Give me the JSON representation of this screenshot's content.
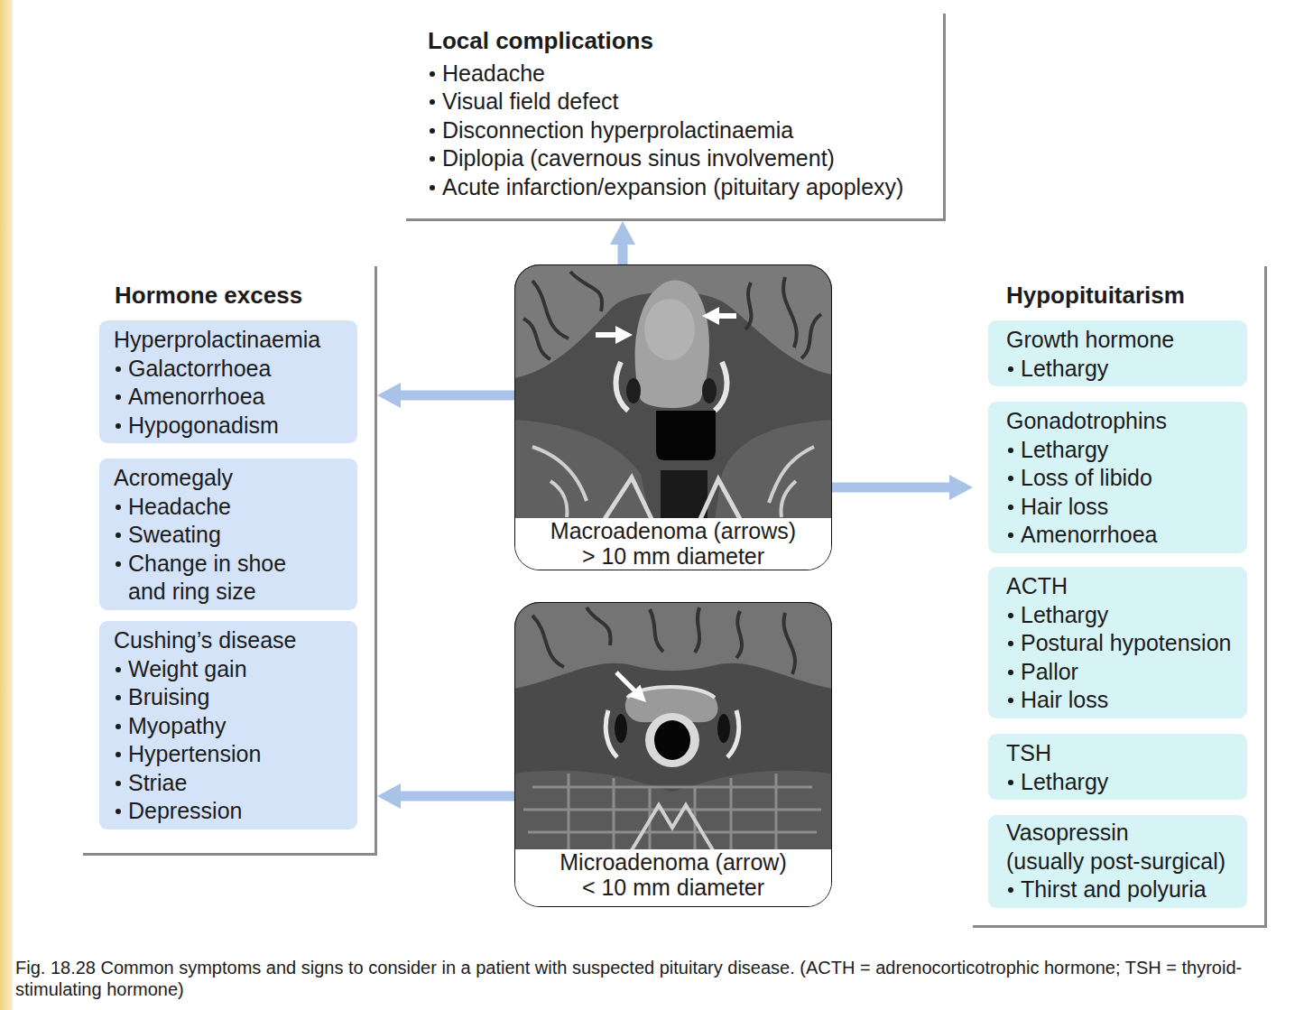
{
  "diagram": {
    "caption": "Fig. 18.28 Common symptoms and signs to consider in a patient with suspected pituitary disease. (ACTH = adrenocorticotrophic hormone; TSH = thyroid-stimulating hormone)",
    "nodes": [
      {
        "text": [
          "Local complications",
          "Headache",
          "Visual field defect",
          "Disconnection hyperprolactinaemia",
          "Diplopia (cavernous sinus involvement)",
          "Acute infarction/expansion (pituitary apoplexy)"
        ]
      },
      {
        "text": [
          "Hormone excess"
        ]
      },
      {
        "text": [
          "Hyperprolactinaemia",
          "Galactorrhoea",
          "Amenorrhoea",
          "Hypogonadism"
        ],
        "in": 1
      },
      {
        "text": [
          "Acromegaly",
          "Headache",
          "Sweating",
          "Change in shoe and ring size"
        ],
        "in": 1
      },
      {
        "text": [
          "Cushing’s disease",
          "Weight gain",
          "Bruising",
          "Myopathy",
          "Hypertension",
          "Striae",
          "Depression"
        ],
        "in": 1
      },
      {
        "text": [
          "Macroadenoma (arrows)",
          "> 10 mm diameter"
        ]
      },
      {
        "text": [
          "Microadenoma (arrow)",
          "< 10 mm diameter"
        ]
      },
      {
        "text": [
          "Hypopituitarism"
        ]
      },
      {
        "text": [
          "Growth hormone",
          "Lethargy"
        ],
        "in": 7
      },
      {
        "text": [
          "Gonadotrophins",
          "Lethargy",
          "Loss of libido",
          "Hair loss",
          "Amenorrhoea"
        ],
        "in": 7
      },
      {
        "text": [
          "ACTH",
          "Lethargy",
          "Postural hypotension",
          "Pallor",
          "Hair loss"
        ],
        "in": 7
      },
      {
        "text": [
          "TSH",
          "Lethargy"
        ],
        "in": 7
      },
      {
        "text": [
          "Vasopressin",
          "(usually post-surgical)",
          "Thirst and polyuria"
        ],
        "in": 7
      }
    ],
    "edges": [
      {
        "from": 5,
        "to": 0,
        "arrow": "to"
      },
      {
        "from": 5,
        "to": 1,
        "arrow": "to"
      },
      {
        "from": 5,
        "to": 7,
        "arrow": "to"
      },
      {
        "from": 6,
        "to": 1,
        "arrow": "to"
      }
    ]
  }
}
